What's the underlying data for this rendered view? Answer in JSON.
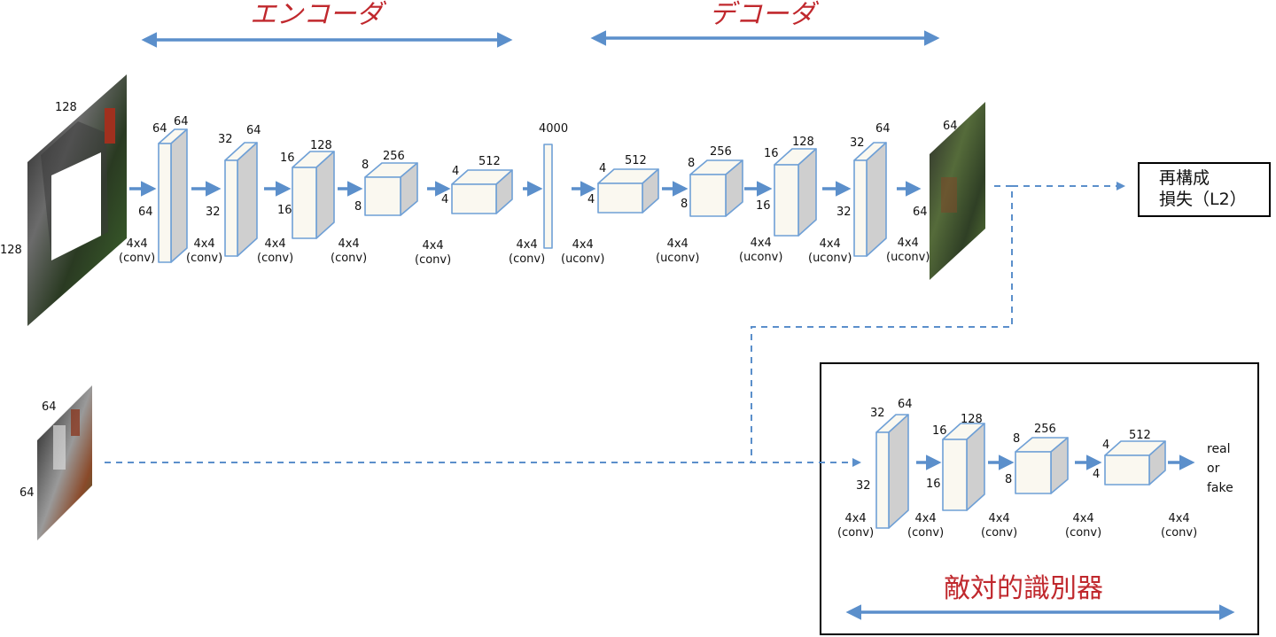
{
  "encoder_title": "エンコーダ",
  "decoder_title": "デコーダ",
  "discriminator_title": "敵対的識別器",
  "loss_box": {
    "line1": "再構成",
    "line2": "損失（L2）"
  },
  "output_labels": [
    "real",
    "or",
    "fake"
  ],
  "input_image": {
    "width": "128",
    "height": "128"
  },
  "context_image": {
    "width": "64",
    "height": "64"
  },
  "output_image": {
    "width": "64",
    "height": "64"
  },
  "encoder_blocks": [
    {
      "channels": "64",
      "width": "64",
      "height": "64"
    },
    {
      "channels": "64",
      "width": "32",
      "height": "32"
    },
    {
      "channels": "128",
      "width": "16",
      "height": "16"
    },
    {
      "channels": "256",
      "width": "8",
      "height": "8"
    },
    {
      "channels": "512",
      "width": "4",
      "height": "4"
    }
  ],
  "bottleneck": {
    "channels": "4000"
  },
  "decoder_blocks": [
    {
      "channels": "512",
      "width": "4",
      "height": "4"
    },
    {
      "channels": "256",
      "width": "8",
      "height": "8"
    },
    {
      "channels": "128",
      "width": "16",
      "height": "16"
    },
    {
      "channels": "64",
      "width": "32",
      "height": "32"
    }
  ],
  "discriminator_blocks": [
    {
      "channels": "64",
      "width": "32",
      "height": "32"
    },
    {
      "channels": "128",
      "width": "16",
      "height": "16"
    },
    {
      "channels": "256",
      "width": "8",
      "height": "8"
    },
    {
      "channels": "512",
      "width": "4",
      "height": "4"
    }
  ],
  "encoder_ops": [
    {
      "kernel": "4x4",
      "type": "(conv)"
    },
    {
      "kernel": "4x4",
      "type": "(conv)"
    },
    {
      "kernel": "4x4",
      "type": "(conv)"
    },
    {
      "kernel": "4x4",
      "type": "(conv)"
    },
    {
      "kernel": "4x4",
      "type": "(conv)"
    },
    {
      "kernel": "4x4",
      "type": "(conv)"
    }
  ],
  "decoder_ops": [
    {
      "kernel": "4x4",
      "type": "(uconv)"
    },
    {
      "kernel": "4x4",
      "type": "(uconv)"
    },
    {
      "kernel": "4x4",
      "type": "(uconv)"
    },
    {
      "kernel": "4x4",
      "type": "(uconv)"
    },
    {
      "kernel": "4x4",
      "type": "(uconv)"
    }
  ],
  "discriminator_ops": [
    {
      "kernel": "4x4",
      "type": "(conv)"
    },
    {
      "kernel": "4x4",
      "type": "(conv)"
    },
    {
      "kernel": "4x4",
      "type": "(conv)"
    },
    {
      "kernel": "4x4",
      "type": "(conv)"
    },
    {
      "kernel": "4x4",
      "type": "(conv)"
    }
  ],
  "colors": {
    "arrow": "#5b8fcb",
    "block_face": "#faf8f0",
    "block_side": "#cfcfcf",
    "block_edge": "#6fa0d6",
    "accent_red": "#c0282d"
  }
}
